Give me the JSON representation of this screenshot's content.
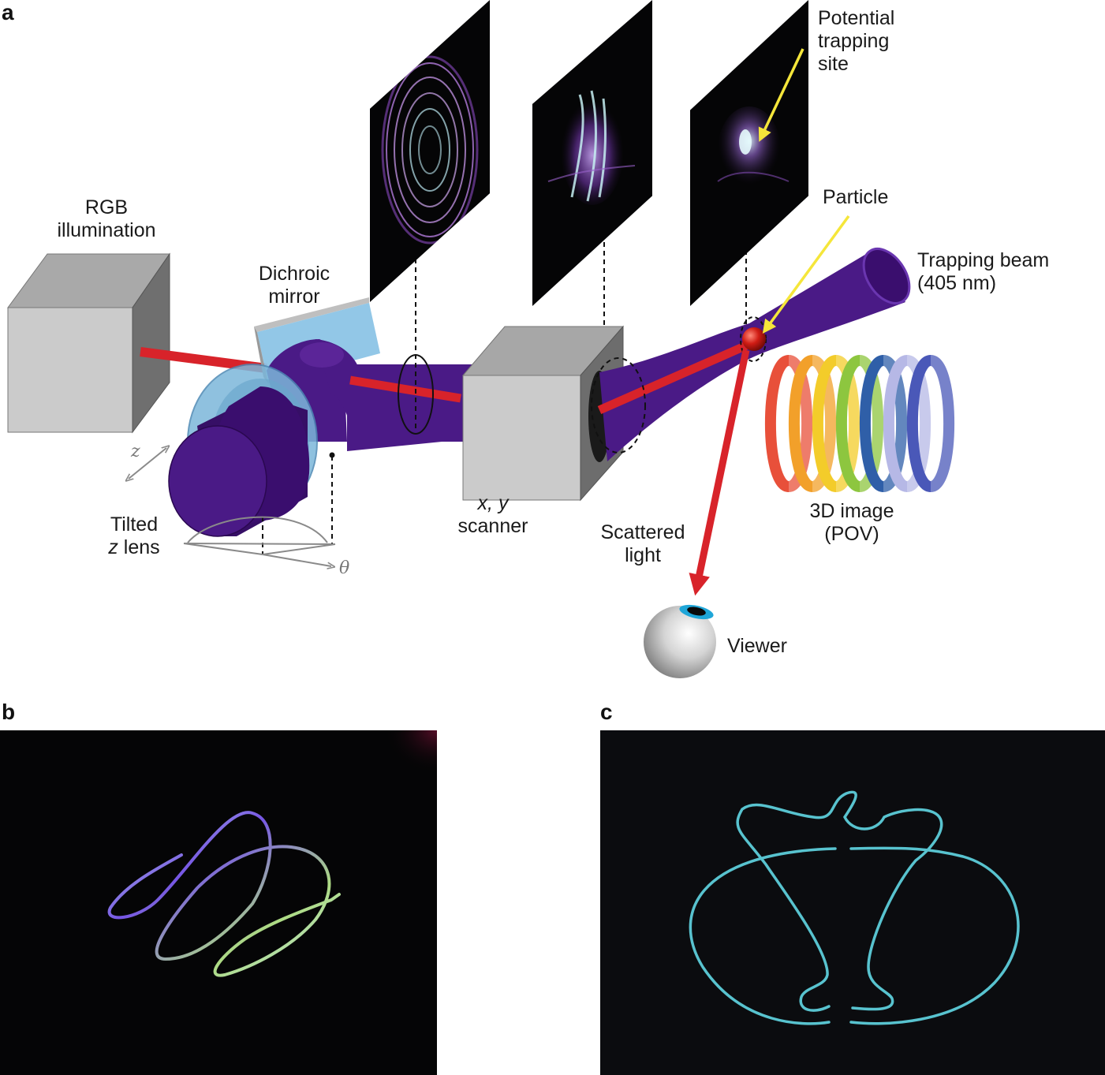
{
  "panels": {
    "a": "a",
    "b": "b",
    "c": "c"
  },
  "labels": {
    "rgb_illumination": [
      "RGB",
      "illumination"
    ],
    "dichroic_mirror": [
      "Dichroic",
      "mirror"
    ],
    "potential_trapping_site": [
      "Potential",
      "trapping",
      "site"
    ],
    "particle": "Particle",
    "trapping_beam": [
      "Trapping beam",
      "(405 nm)"
    ],
    "three_d_image": [
      "3D image",
      "(POV)"
    ],
    "xy_scanner_axis": "x, y",
    "xy_scanner_word": "scanner",
    "scattered_light": [
      "Scattered",
      "light"
    ],
    "viewer": "Viewer",
    "tilted_line1": "Tilted",
    "tilted_z": "z",
    "tilted_lens": "lens",
    "axis_z": "z",
    "axis_theta": "θ"
  },
  "colors": {
    "beam_purple": "#4a1a86",
    "laser_red": "#d8232a",
    "pointer_yellow": "#f5e63a",
    "box_grey": "#c9c9c9",
    "mirror_blue": "#8cc4e6",
    "glow_cyan": "#5fd3e0",
    "spiral_colors": [
      "#e8503a",
      "#f2a02a",
      "#f3cc2a",
      "#8dc63f",
      "#2f5fa8",
      "#b6b8e6",
      "#4a58b8"
    ]
  },
  "icons": {
    "viewer": "eye-ball-icon",
    "particle": "red-sphere-icon",
    "box": "grey-cube-icon"
  }
}
